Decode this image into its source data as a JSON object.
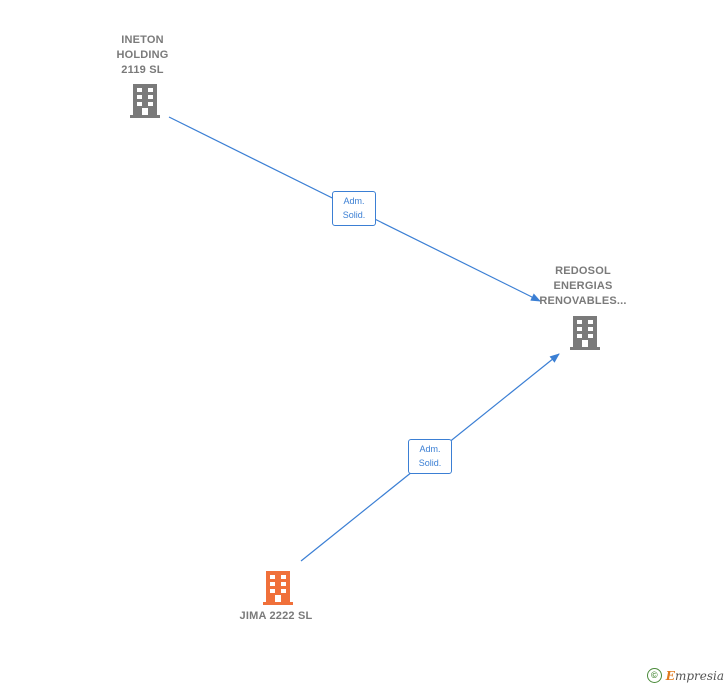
{
  "colors": {
    "edge": "#3b7fd4",
    "company_icon": "#7a7a7a",
    "focus_company_icon": "#f0703a",
    "label_text": "#7a7a7a"
  },
  "nodes": [
    {
      "id": "ineton",
      "lines": [
        "INETON",
        "HOLDING",
        "2119  SL"
      ],
      "icon": "building-icon",
      "highlighted": false
    },
    {
      "id": "redosol",
      "lines": [
        "REDOSOL",
        "ENERGIAS",
        "RENOVABLES..."
      ],
      "icon": "building-icon",
      "highlighted": false
    },
    {
      "id": "jima",
      "lines": [
        "JIMA 2222  SL"
      ],
      "icon": "building-icon",
      "highlighted": true
    }
  ],
  "edges": [
    {
      "from": "ineton",
      "to": "redosol",
      "label_lines": [
        "Adm.",
        "Solid."
      ]
    },
    {
      "from": "jima",
      "to": "redosol",
      "label_lines": [
        "Adm.",
        "Solid."
      ]
    }
  ],
  "watermark": {
    "symbol": "©",
    "brand_initial": "E",
    "brand_rest": "mpresia"
  }
}
